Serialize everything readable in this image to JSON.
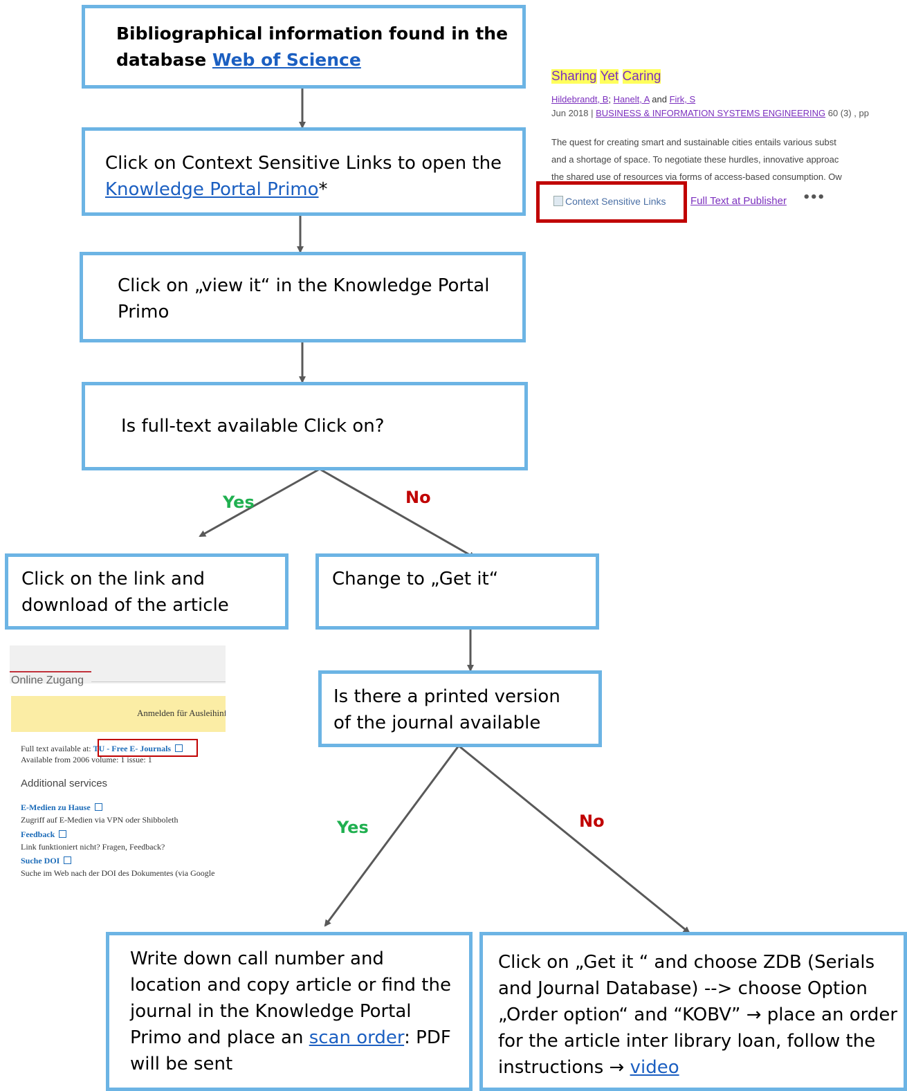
{
  "flow": {
    "box1": {
      "text": "Bibliographical information found in the database ",
      "link": "Web of Science"
    },
    "box2": {
      "text": "Click on Context Sensitive Links to open the ",
      "link": "Knowledge Portal Primo",
      "suffix": "*"
    },
    "box3": {
      "text": "Click on „view it“ in the Knowledge Portal Primo"
    },
    "box4": {
      "text": "Is full-text available Click on?"
    },
    "branch1_yes": "Yes",
    "branch1_no": "No",
    "box5": {
      "text": "Click on the link and download of the article"
    },
    "box6": {
      "text": "Change to „Get it“"
    },
    "box7": {
      "text": "Is there a printed version of the journal available"
    },
    "branch2_yes": "Yes",
    "branch2_no": "No",
    "box8": {
      "text": "Write down call number and location and copy article or find the journal in the Knowledge Portal Primo and place an ",
      "link": "scan order",
      "suffix": ": PDF will be sent"
    },
    "box9": {
      "text": "Click on „Get it “ and choose ZDB (Serials and Journal Database) --> choose Option „Order option“ and “KOBV” → place an order for the article inter library loan, follow the instructions → ",
      "link": "video"
    }
  },
  "wos": {
    "title_words": [
      "Sharing",
      "Yet",
      "Caring"
    ],
    "authors": [
      "Hildebrandt, B",
      "Hanelt, A",
      "Firk, S"
    ],
    "author_sep": "; ",
    "author_and": " and ",
    "date": "Jun 2018 | ",
    "journal": "BUSINESS & INFORMATION SYSTEMS ENGINEERING",
    "volume": " 60 (3) , pp",
    "abstract_lines": [
      "The quest for creating smart and sustainable cities entails various subst",
      "and a shortage of space. To negotiate these hurdles, innovative approac",
      "the shared use of resources via forms of access-based consumption. Ow"
    ],
    "context_links": "Context Sensitive Links",
    "full_text": "Full Text at Publisher",
    "more": "•••"
  },
  "primo": {
    "section": "Online Zugang",
    "banner": "Anmelden für Ausleihinfo",
    "fulltext_label": "Full text available at: ",
    "fulltext_link": "TU - Free E- Journals",
    "available_from": "Available from 2006 volume: 1 issue: 1",
    "additional": "Additional services",
    "services": [
      {
        "name": "E-Medien zu Hause",
        "desc": "Zugriff auf E-Medien via VPN oder Shibboleth"
      },
      {
        "name": "Feedback",
        "desc": "Link funktioniert nicht? Fragen, Feedback?"
      },
      {
        "name": "Suche DOI",
        "desc": "Suche im Web nach der DOI des Dokumentes (via Google"
      }
    ]
  },
  "colors": {
    "box_border": "#6cb4e4",
    "arrow": "#595959",
    "yes": "#20b050",
    "no": "#c00000",
    "link": "#1b5fc1",
    "highlight": "#c00000"
  }
}
